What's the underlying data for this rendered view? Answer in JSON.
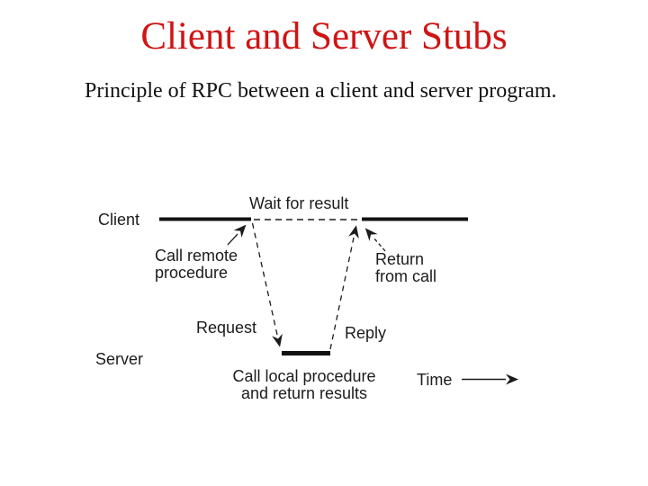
{
  "slide": {
    "title": "Client and Server Stubs",
    "subtitle": "Principle of RPC between a client and server program."
  },
  "diagram": {
    "client_label": "Client",
    "server_label": "Server",
    "wait_label": "Wait for result",
    "call_remote_label": "Call remote\nprocedure",
    "return_label": "Return\nfrom call",
    "request_label": "Request",
    "reply_label": "Reply",
    "call_local_label": "Call local procedure\nand return results",
    "time_label": "Time"
  },
  "colors": {
    "title_red": "#d01414",
    "diagram_ink": "#1c1c1c",
    "background": "#ffffff"
  }
}
